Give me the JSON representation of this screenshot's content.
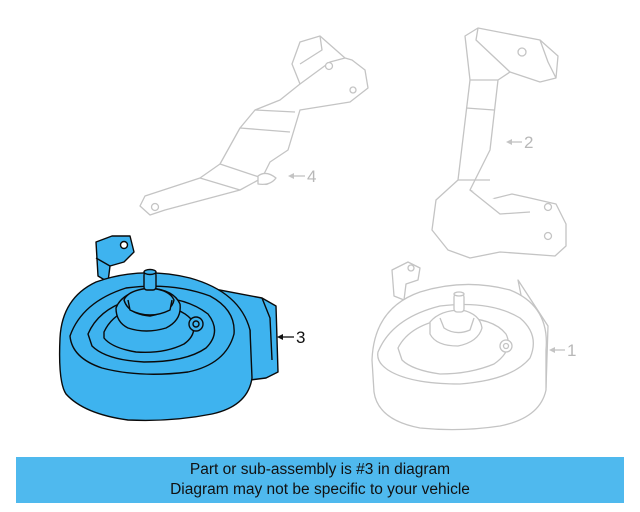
{
  "diagram": {
    "callouts": [
      {
        "id": "1",
        "label": "1"
      },
      {
        "id": "2",
        "label": "2"
      },
      {
        "id": "3",
        "label": "3"
      },
      {
        "id": "4",
        "label": "4"
      }
    ],
    "highlight_part": "3",
    "colors": {
      "highlight_fill": "#3eb3ef",
      "outline": "#0a0a0a",
      "dim_outline": "#c4c4c4",
      "banner_bg": "#4fb9ee"
    }
  },
  "banner": {
    "line1": "Part or sub-assembly is #3 in diagram",
    "line2": "Diagram may not be specific to your vehicle"
  }
}
